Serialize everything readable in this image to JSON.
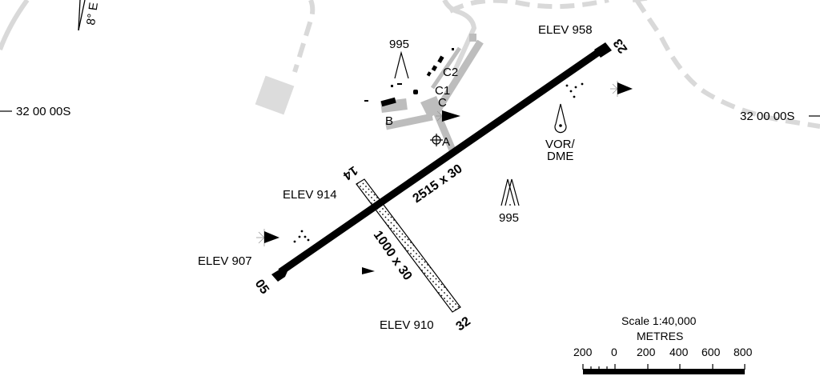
{
  "map": {
    "type": "aerodrome-chart",
    "magnetic_variation": "8° E",
    "latitude_labels": [
      {
        "id": "left",
        "text": "32 00 00S"
      },
      {
        "id": "right",
        "text": "32 00 00S"
      }
    ],
    "runways": [
      {
        "id": "05-23",
        "surface": "sealed",
        "dimensions": "2515 x 30",
        "ends": [
          {
            "designator": "05",
            "elevation": "ELEV 907"
          },
          {
            "designator": "23",
            "elevation": "ELEV 958"
          }
        ]
      },
      {
        "id": "14-32",
        "surface": "unsealed",
        "dimensions": "1000 x 30",
        "ends": [
          {
            "designator": "14",
            "elevation": "ELEV 914"
          },
          {
            "designator": "32",
            "elevation": "ELEV 910"
          }
        ]
      }
    ],
    "taxiways": [
      {
        "id": "A",
        "label": "A"
      },
      {
        "id": "B",
        "label": "B"
      },
      {
        "id": "C",
        "label": "C"
      },
      {
        "id": "C1",
        "label": "C1"
      },
      {
        "id": "C2",
        "label": "C2"
      }
    ],
    "obstacles": [
      {
        "id": "obst-terminal",
        "elevation": "995"
      },
      {
        "id": "obst-south",
        "elevation": "995"
      }
    ],
    "navaids": [
      {
        "id": "vor-dme",
        "label_line1": "VOR/",
        "label_line2": "DME"
      }
    ],
    "scale": {
      "title": "Scale 1:40,000",
      "units": "METRES",
      "ticks": [
        "200",
        "0",
        "200",
        "400",
        "600",
        "800"
      ]
    },
    "colors": {
      "runway": "#000000",
      "taxiway": "#bdbdbd",
      "roads": "#d9d9d9",
      "background": "#ffffff"
    }
  }
}
